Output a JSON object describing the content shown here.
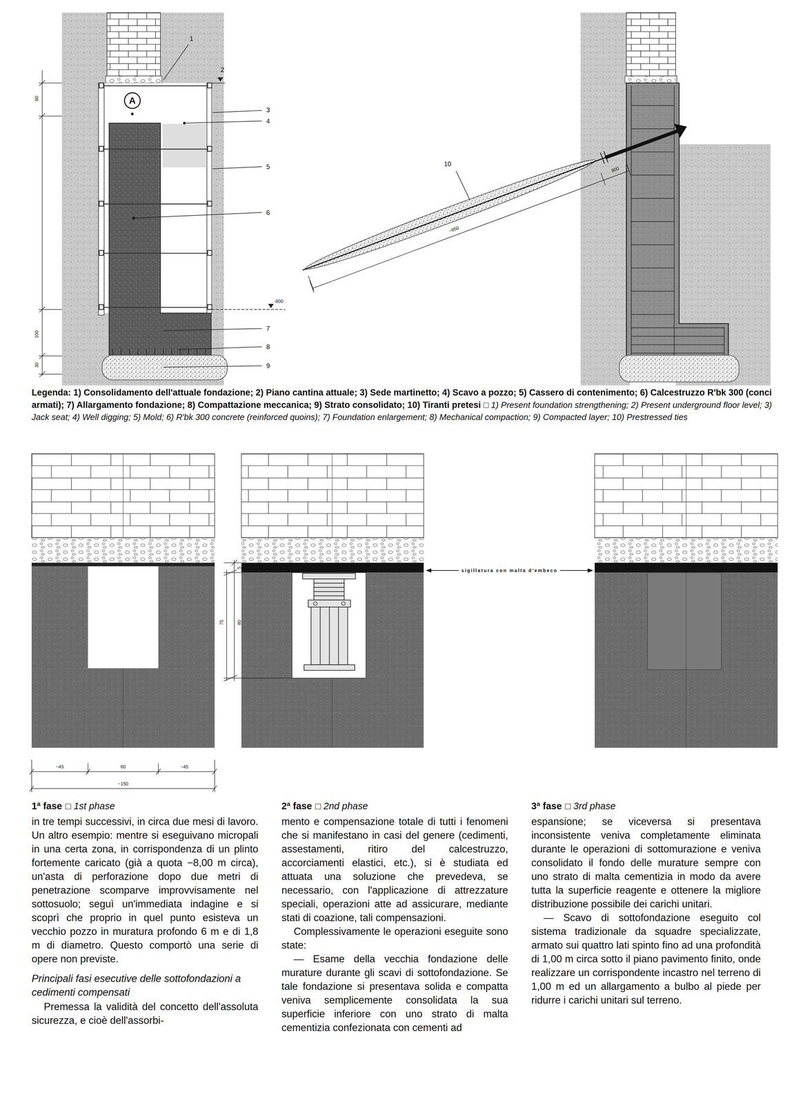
{
  "diagram": {
    "nodes": [
      {
        "text": [
          "A"
        ]
      }
    ],
    "labels": [
      "1",
      "2",
      "3",
      "4",
      "5",
      "6",
      "-800",
      "7",
      "8",
      "9",
      "80",
      "100",
      "30",
      "10",
      "~850",
      "800",
      "Legenda: 1) Consolidamento dell'attuale fondazione; 2) Piano cantina attuale; 3) Sede martinetto; 4) Scavo a pozzo; 5) Cassero di contenimento; 6) Calcestruzzo R'bk 300 (conci armati); 7) Allargamento fondazione; 8) Compattazione meccanica; 9) Strato consolidato; 10) Tiranti pretesi",
      "□ 1) Present foundation strengthening; 2) Present underground floor level; 3) Jack seat; 4) Well digging; 5) Mold; 6) R'bk 300 concrete (reinforced quoins); 7) Foundation enlargement; 8) Mechanical compaction; 9) Compacted layer; 10) Prestressed ties",
      "5",
      "80",
      "75",
      "sigillatura con malta d'embeco",
      "~45",
      "60",
      "~45",
      "~150",
      "1ª fase",
      "□ 1st phase",
      "in tre tempi successivi, in circa due mesi di lavoro. Un altro esempio: mentre si eseguivano micropali in una certa zona, in corrispondenza di un plinto fortemente caricato (già a quota −8,00 m circa), un'asta di perforazione dopo due metri di penetrazione scomparve improvvisamente nel sottosuolo; seguì un'immediata indagine e si scoprì che proprio in quel punto esisteva un vecchio pozzo in muratura profondo 6 m e di 1,8 m di diametro. Questo comportò una serie di opere non previste.",
      "Principali fasi esecutive delle sottofondazioni a cedimenti compensati",
      "Premessa la validità del concetto dell'assoluta sicurezza, e cioè dell'assorbi-",
      "2ª fase",
      "□ 2nd phase",
      "mento e compensazione totale di tutti i fenomeni che si manifestano in casi del genere (cedimenti, assestamenti, ritiro del calcestruzzo, accorciamenti elastici, etc.), si è studiata ed attuata una soluzione che prevedeva, se necessario, con l'applicazione di attrezzature speciali, operazioni atte ad assicurare, mediante stati di coazione, tali compensazioni.",
      "Complessivamente le operazioni eseguite sono state:",
      "— Esame della vecchia fondazione delle murature durante gli scavi di sottofondazione. Se tale fondazione si presentava solida e compatta veniva semplicemente consolidata la sua superficie inferiore con uno strato di malta cementizia confezionata con cementi ad",
      "3ª fase",
      "□ 3rd phase",
      "espansione; se viceversa si presentava inconsistente veniva completamente eliminata durante le operazioni di sottomurazione e veniva consolidato il fondo delle murature sempre con uno strato di malta cementizia in modo da avere tutta la superficie reagente e ottenere la migliore distribuzione possibile dei carichi unitari.",
      "— Scavo di sottofondazione eseguito col sistema tradizionale da squadre specializzate, armato sui quattro lati spinto fino ad una profondità di 1,00 m circa sotto il piano pavimento finito, onde realizzare un corrispondente incastro nel terreno di 1,00 m ed un allargamento a bulbo al piede per ridurre i carichi unitari sul terreno."
    ]
  }
}
